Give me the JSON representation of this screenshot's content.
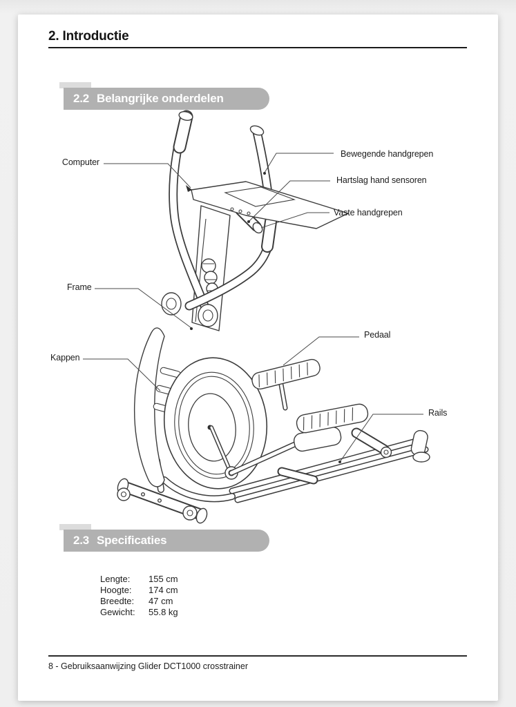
{
  "page": {
    "title": "2. Introductie",
    "footer": "8 - Gebruiksaanwijzing Glider DCT1000 crosstrainer"
  },
  "sections": {
    "parts": {
      "number": "2.2",
      "title": "Belangrijke onderdelen"
    },
    "specs": {
      "number": "2.3",
      "title": "Specificaties"
    }
  },
  "diagram": {
    "subject": "crosstrainer-line-drawing",
    "labels": [
      "Computer",
      "Bewegende handgrepen",
      "Hartslag hand sensoren",
      "Vaste handgrepen",
      "Frame",
      "Kappen",
      "Pedaal",
      "Rails"
    ]
  },
  "specifications": {
    "rows": [
      {
        "label": "Lengte:",
        "value": "155 cm"
      },
      {
        "label": "Hoogte:",
        "value": "174 cm"
      },
      {
        "label": "Breedte:",
        "value": "47 cm"
      },
      {
        "label": "Gewicht:",
        "value": "55.8 kg"
      }
    ]
  },
  "colors": {
    "banner_gray": "#b1b1b1",
    "banner_tab_gray": "#dcdcdc",
    "line_art": "#3c3c3c",
    "text": "#1c1c1c",
    "page_background": "#ffffff",
    "canvas_background": "#efefef"
  }
}
